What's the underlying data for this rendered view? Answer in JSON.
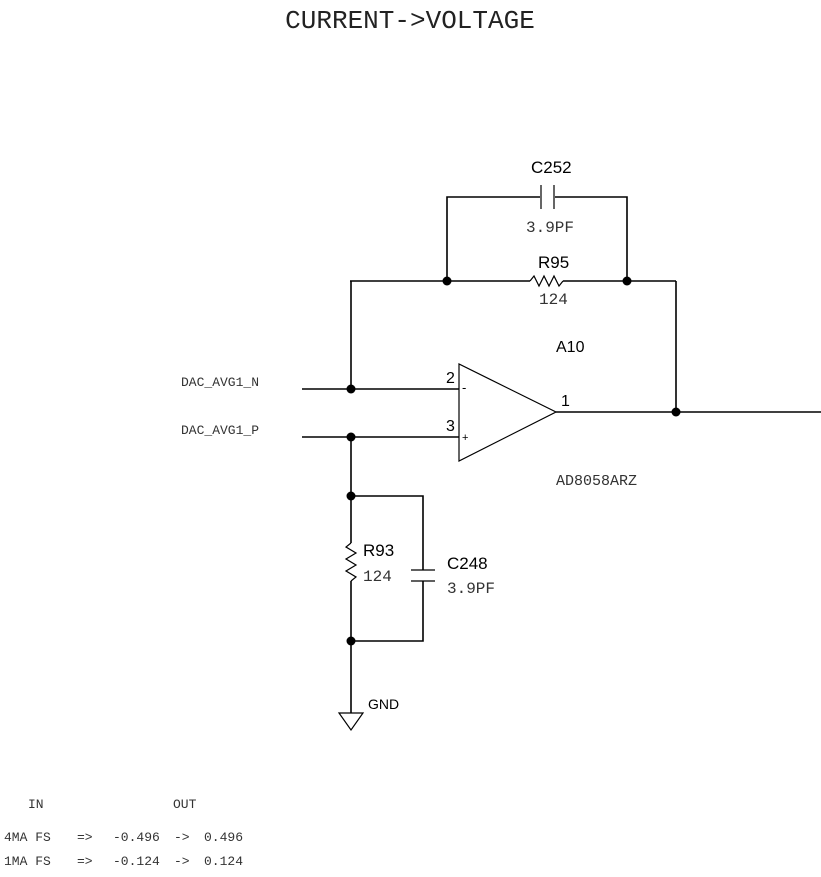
{
  "title": "CURRENT->VOLTAGE",
  "nets": {
    "inverting_input": "DAC_AVG1_N",
    "noninverting_input": "DAC_AVG1_P",
    "ground": "GND"
  },
  "components": {
    "c252": {
      "ref": "C252",
      "value": "3.9PF"
    },
    "r95": {
      "ref": "R95",
      "value": "124"
    },
    "a10": {
      "ref": "A10",
      "part": "AD8058ARZ",
      "pin_inv": "2",
      "pin_noninv": "3",
      "pin_out": "1",
      "sign_inv": "-",
      "sign_noninv": "+"
    },
    "r93": {
      "ref": "R93",
      "value": "124"
    },
    "c248": {
      "ref": "C248",
      "value": "3.9PF"
    }
  },
  "table": {
    "header_in": "IN",
    "header_out": "OUT",
    "rows": [
      {
        "range": "4MA FS",
        "arrow": "=>",
        "in": "-0.496",
        "sep": "->",
        "out": "0.496"
      },
      {
        "range": "1MA FS",
        "arrow": "=>",
        "in": "-0.124",
        "sep": "->",
        "out": "0.124"
      }
    ]
  }
}
